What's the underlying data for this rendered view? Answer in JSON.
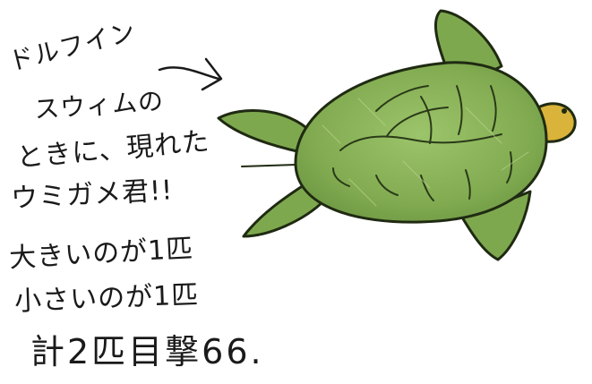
{
  "text": {
    "line1": "ドルフイン",
    "line2": "スウィムの",
    "line3": "ときに、現れた",
    "line4": "ウミガメ君!!",
    "line5": "大きいのが1匹",
    "line6": "小さいのが1匹",
    "line7": "計2匹目撃66."
  },
  "icons": {
    "arrow": "arrow-right-icon",
    "turtle": "sea-turtle-drawing"
  },
  "colors": {
    "shell_green": "#8fb45a",
    "body_green": "#7ea84e",
    "head_yellow": "#d9b33a",
    "ink": "#1a1a1a"
  }
}
